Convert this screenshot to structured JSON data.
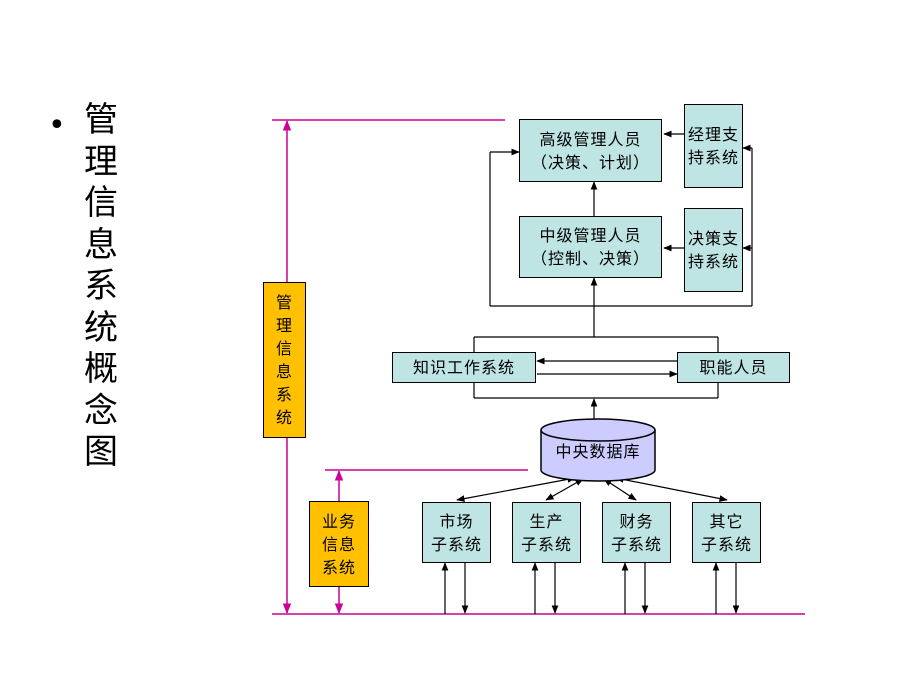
{
  "slide": {
    "bullet": "•",
    "title": "管理信息系统概念图"
  },
  "diagram": {
    "senior_mgmt": {
      "line1": "高级管理人员",
      "line2": "（决策、计划）"
    },
    "middle_mgmt": {
      "line1": "中级管理人员",
      "line2": "（控制、决策）"
    },
    "exec_support": {
      "text": "经理支持系统"
    },
    "decision_support": {
      "text": "决策支持系统"
    },
    "knowledge_work": {
      "text": "知识工作系统"
    },
    "functional_staff": {
      "text": "职能人员"
    },
    "central_db": {
      "text": "中央数据库"
    },
    "mis_label": {
      "text": "管理信息系统"
    },
    "tps_label": {
      "line1": "业务",
      "line2": "信息",
      "line3": "系统"
    },
    "subsystems": [
      {
        "line1": "市场",
        "line2": "子系统"
      },
      {
        "line1": "生产",
        "line2": "子系统"
      },
      {
        "line1": "财务",
        "line2": "子系统"
      },
      {
        "line1": "其它",
        "line2": "子系统"
      }
    ],
    "colors": {
      "box_fill": "#bfe4e4",
      "label_fill": "#ffc000",
      "bracket_line": "#cc0099",
      "cylinder_fill": "#ccccff"
    }
  }
}
